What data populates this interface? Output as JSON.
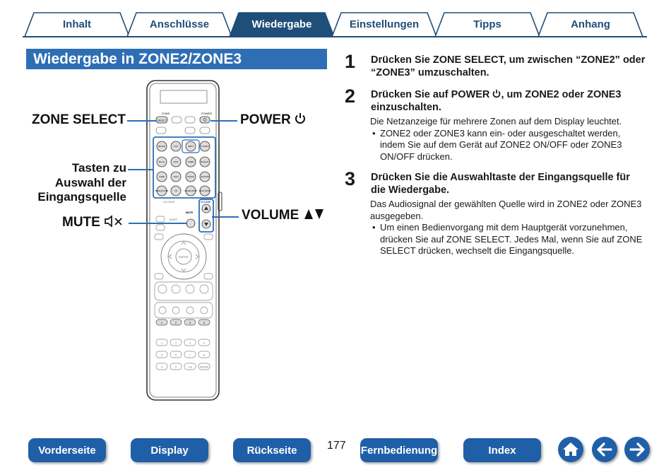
{
  "tabs": [
    "Inhalt",
    "Anschlüsse",
    "Wiedergabe",
    "Einstellungen",
    "Tipps",
    "Anhang"
  ],
  "active_tab": "Wiedergabe",
  "section_title": "Wiedergabe in ZONE2/ZONE3",
  "callouts": {
    "zone_select": "ZONE SELECT",
    "power": "POWER",
    "source_line1": "Tasten zu",
    "source_line2": "Auswahl der",
    "source_line3": "Eingangsquelle",
    "mute": "MUTE",
    "volume": "VOLUME"
  },
  "remote": {
    "zone_label": "ZONE",
    "select_label": "SELECT",
    "power_label": "POWER",
    "mute_label": "MUTE",
    "volume_label": "VOLUME",
    "enter_label": "ENTER",
    "sleep_label": "SLEEP",
    "source_buttons": [
      "CBL/SAT",
      "DVD",
      "INPUT",
      "TV AUDIO",
      "Blu-ray",
      "AUX1",
      "TUNER",
      "Bluetooth",
      "GAME",
      "AUX2",
      "PHONO",
      "iPod/USB",
      "MEDIA PLAYER",
      "CD",
      "ONLINE MUSIC",
      "HEOS MUSIC"
    ],
    "smart_buttons": [
      "1",
      "2",
      "3",
      "4"
    ],
    "numpad": [
      "1",
      "2",
      "3",
      "4",
      "5",
      "6",
      "7",
      "8",
      "9",
      "0",
      "+10",
      "ENTER"
    ]
  },
  "steps": [
    {
      "number": "1",
      "title": "Drücken Sie ZONE SELECT, um zwischen “ZONE2” oder “ZONE3” umzuschalten.",
      "body": "",
      "bullets": []
    },
    {
      "number": "2",
      "title_before": "Drücken Sie auf POWER ",
      "title_after": ", um ZONE2 oder ZONE3 einzuschalten.",
      "body": "Die Netzanzeige für mehrere Zonen auf dem Display leuchtet.",
      "bullets": [
        "ZONE2 oder ZONE3 kann ein- oder ausgeschaltet werden, indem Sie auf dem Gerät auf ZONE2 ON/OFF oder ZONE3 ON/OFF drücken."
      ]
    },
    {
      "number": "3",
      "title": "Drücken Sie die Auswahltaste der Eingangsquelle für die Wiedergabe.",
      "body": "Das Audiosignal der gewählten Quelle wird in ZONE2 oder ZONE3 ausgegeben.",
      "bullets": [
        "Um einen Bedienvorgang mit dem Hauptgerät vorzunehmen, drücken Sie auf ZONE SELECT. Jedes Mal, wenn Sie auf ZONE SELECT drücken, wechselt die Eingangsquelle."
      ]
    }
  ],
  "footer": {
    "buttons": [
      "Vorderseite",
      "Display",
      "Rückseite",
      "Fernbedienung",
      "Index"
    ],
    "page_number": "177",
    "icons": [
      "home-icon",
      "arrow-left-icon",
      "arrow-right-icon"
    ]
  },
  "colors": {
    "primary": "#1f5fa8",
    "title_bg": "#2e6eb5",
    "tab_border": "#1f4e79"
  }
}
